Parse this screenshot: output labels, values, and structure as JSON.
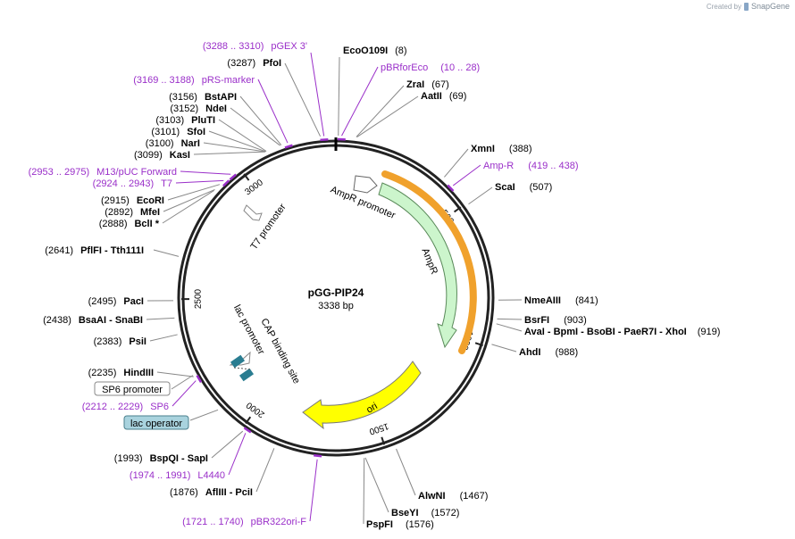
{
  "credit": {
    "prefix": "Created by",
    "brand": "SnapGene"
  },
  "plasmid": {
    "name": "pGG-PIP24",
    "size": "3338 bp",
    "length": 3338
  },
  "colors": {
    "backbone": "#222222",
    "site_text": "#000000",
    "feature_text": "#9a2fc9",
    "ampr_fill": "#ccf5cc",
    "ampr_outline": "#f0a12c",
    "ori_fill": "#ffff00",
    "cap_site": "#2a7d91",
    "lac_operator_box": "#a9d3de"
  },
  "ring_ticks": [
    {
      "pos": 500,
      "label": "500"
    },
    {
      "pos": 1000,
      "label": "1000"
    },
    {
      "pos": 1500,
      "label": "1500"
    },
    {
      "pos": 2000,
      "label": "2000"
    },
    {
      "pos": 2500,
      "label": "2500"
    },
    {
      "pos": 3000,
      "label": "3000"
    }
  ],
  "features": [
    {
      "name": "AmpR promoter",
      "type": "promoter"
    },
    {
      "name": "AmpR",
      "type": "cds"
    },
    {
      "name": "ori",
      "type": "origin"
    },
    {
      "name": "T7 promoter",
      "type": "promoter"
    },
    {
      "name": "CAP binding site",
      "type": "protein_bind"
    },
    {
      "name": "lac promoter",
      "type": "promoter"
    }
  ],
  "enzymes_right": [
    {
      "name": "EcoO109I",
      "loc": "(8)"
    },
    {
      "name": "ZraI",
      "loc": "(67)"
    },
    {
      "name": "AatII",
      "loc": "(69)"
    },
    {
      "name": "XmnI",
      "loc": "(388)"
    },
    {
      "name": "ScaI",
      "loc": "(507)"
    },
    {
      "name": "NmeAIII",
      "loc": "(841)"
    },
    {
      "name": "BsrFI",
      "loc": "(903)"
    },
    {
      "name": "AvaI - BpmI - BsoBI - PaeR7I - XhoI",
      "loc": "(919)"
    },
    {
      "name": "AhdI",
      "loc": "(988)"
    },
    {
      "name": "AlwNI",
      "loc": "(1467)"
    },
    {
      "name": "BseYI",
      "loc": "(1572)"
    },
    {
      "name": "PspFI",
      "loc": "(1576)"
    }
  ],
  "enzymes_left": [
    {
      "name": "PfoI",
      "loc": "(3287)"
    },
    {
      "name": "BstAPI",
      "loc": "(3156)"
    },
    {
      "name": "NdeI",
      "loc": "(3152)"
    },
    {
      "name": "PluTI",
      "loc": "(3103)"
    },
    {
      "name": "SfoI",
      "loc": "(3101)"
    },
    {
      "name": "NarI",
      "loc": "(3100)"
    },
    {
      "name": "KasI",
      "loc": "(3099)"
    },
    {
      "name": "EcoRI",
      "loc": "(2915)"
    },
    {
      "name": "MfeI",
      "loc": "(2892)"
    },
    {
      "name": "BclI *",
      "loc": "(2888)"
    },
    {
      "name": "PflFI - Tth111I",
      "loc": "(2641)"
    },
    {
      "name": "PacI",
      "loc": "(2495)"
    },
    {
      "name": "BsaAI - SnaBI",
      "loc": "(2438)"
    },
    {
      "name": "PsiI",
      "loc": "(2383)"
    },
    {
      "name": "HindIII",
      "loc": "(2235)"
    },
    {
      "name": "BspQI - SapI",
      "loc": "(1993)"
    },
    {
      "name": "AflIII - PciI",
      "loc": "(1876)"
    }
  ],
  "primers": [
    {
      "name": "pGEX 3'",
      "loc": "(3288 .. 3310)"
    },
    {
      "name": "pBRforEco",
      "loc": "(10 .. 28)"
    },
    {
      "name": "pRS-marker",
      "loc": "(3169 .. 3188)"
    },
    {
      "name": "M13/pUC Forward",
      "loc": "(2953 .. 2975)"
    },
    {
      "name": "T7",
      "loc": "(2924 .. 2943)"
    },
    {
      "name": "Amp-R",
      "loc": "(419 .. 438)"
    },
    {
      "name": "SP6",
      "loc": "(2212 .. 2229)"
    },
    {
      "name": "L4440",
      "loc": "(1974 .. 1991)"
    },
    {
      "name": "pBR322ori-F",
      "loc": "(1721 .. 1740)"
    }
  ],
  "boxed_features": [
    {
      "name": "SP6 promoter",
      "style": "outline"
    },
    {
      "name": "lac operator",
      "style": "filled"
    }
  ]
}
